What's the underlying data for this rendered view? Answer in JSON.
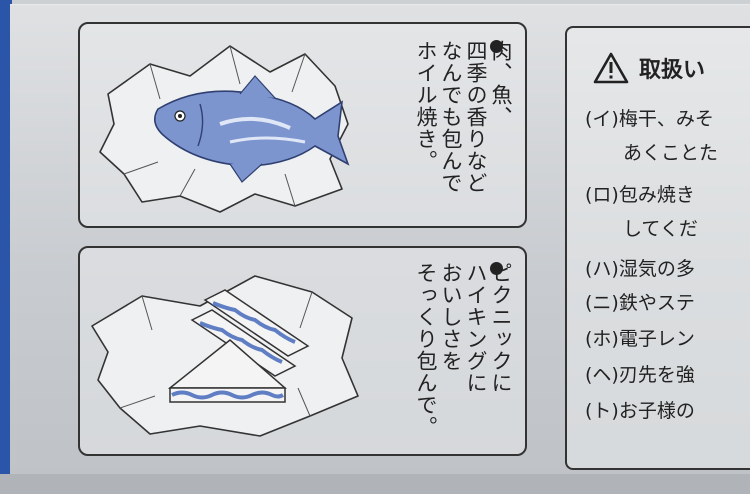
{
  "top_panel": {
    "lines": [
      "肉、魚、",
      "四季の香りなど",
      "なんでも包んで",
      "ホイル焼き。"
    ]
  },
  "bottom_panel": {
    "lines": [
      "ピクニックに",
      "ハイキングに",
      "おいしさを",
      "そっくり包んで。"
    ]
  },
  "caution": {
    "title": "取扱い",
    "items": [
      {
        "text": "(イ)梅干、みそ",
        "cont": "あくことた"
      },
      {
        "text": "(ロ)包み焼き",
        "cont": "してくだ"
      },
      {
        "text": "(ハ)湿気の多"
      },
      {
        "text": "(ニ)鉄やステ"
      },
      {
        "text": "(ホ)電子レン"
      },
      {
        "text": "(ヘ)刃先を強"
      },
      {
        "text": "(ト)お子様の"
      }
    ]
  },
  "colors": {
    "box_blue": "#2b55a8",
    "illustration_blue": "#5f7ec4"
  }
}
